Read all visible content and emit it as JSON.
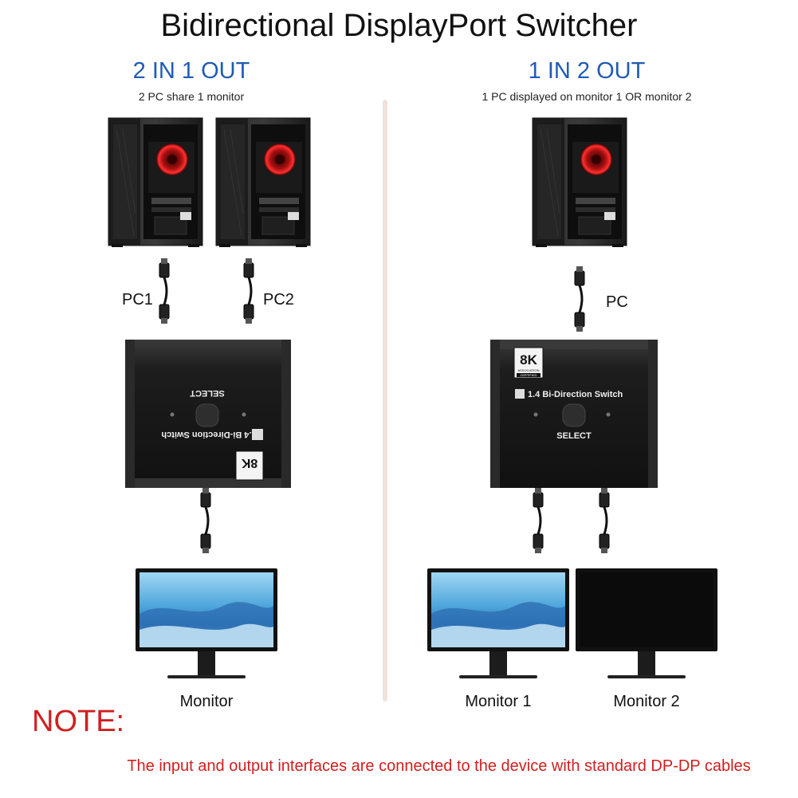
{
  "title": "Bidirectional DisplayPort Switcher",
  "left": {
    "mode": "2 IN 1 OUT",
    "subtitle": "2 PC share 1 monitor",
    "pc1_label": "PC1",
    "pc2_label": "PC2",
    "monitor_label": "Monitor"
  },
  "right": {
    "mode": "1 IN 2 OUT",
    "subtitle": "1 PC displayed on monitor 1 OR monitor 2",
    "pc_label": "PC",
    "monitor1_label": "Monitor 1",
    "monitor2_label": "Monitor 2"
  },
  "switch": {
    "select_label": "SELECT",
    "model_label": "1.4 Bi-Direction Switch",
    "badge_label": "8K",
    "badge_small": "ASSOCIATION",
    "badge_cert": "CERTIFIED"
  },
  "note": {
    "heading": "NOTE:",
    "text": "The input and output interfaces are connected to the device with standard DP-DP cables"
  }
}
